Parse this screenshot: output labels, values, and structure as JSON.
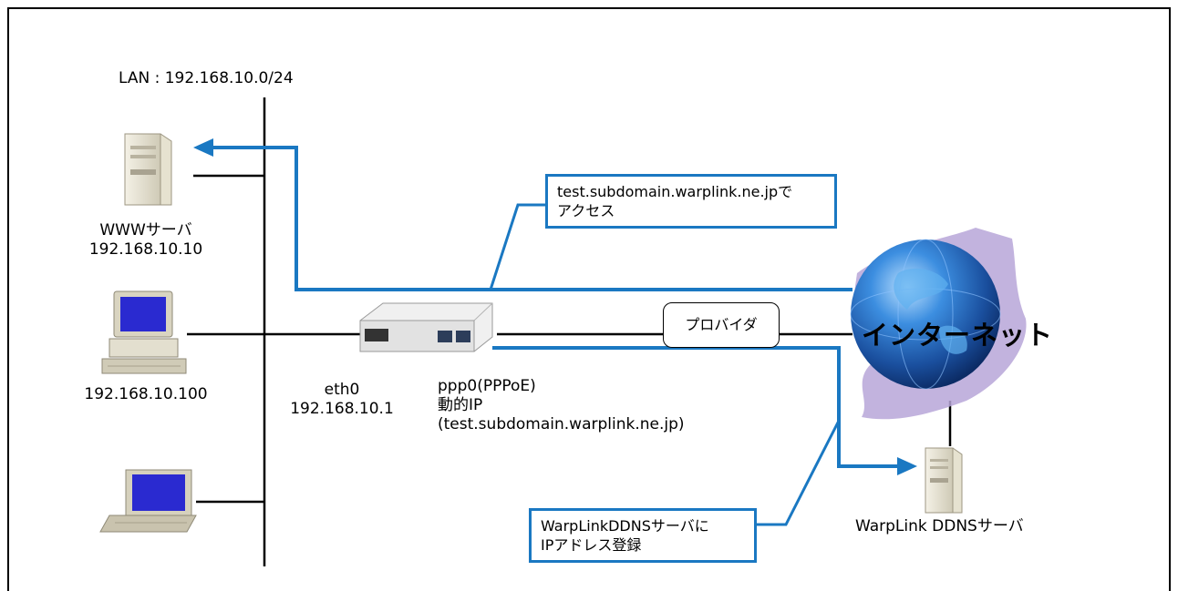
{
  "lan_label": "LAN : 192.168.10.0/24",
  "www_server": {
    "name": "WWWサーバ",
    "ip": "192.168.10.10"
  },
  "pc": {
    "ip": "192.168.10.100"
  },
  "router": {
    "eth0_label": "eth0",
    "eth0_ip": "192.168.10.1",
    "ppp0_label": "ppp0(PPPoE)",
    "ppp0_type": "動的IP",
    "ppp0_host": "(test.subdomain.warplink.ne.jp)"
  },
  "access_callout": {
    "line1": "test.subdomain.warplink.ne.jpで",
    "line2": "アクセス"
  },
  "provider_label": "プロバイダ",
  "internet_label": "インターネット",
  "ddns_server": {
    "name": "WarpLink DDNSサーバ"
  },
  "register_callout": {
    "line1": "WarpLinkDDNSサーバに",
    "line2": "IPアドレス登録"
  },
  "colors": {
    "flow": "#1a78c2",
    "cloud": "#b7a6d8",
    "globe": "#2a6fc9"
  }
}
